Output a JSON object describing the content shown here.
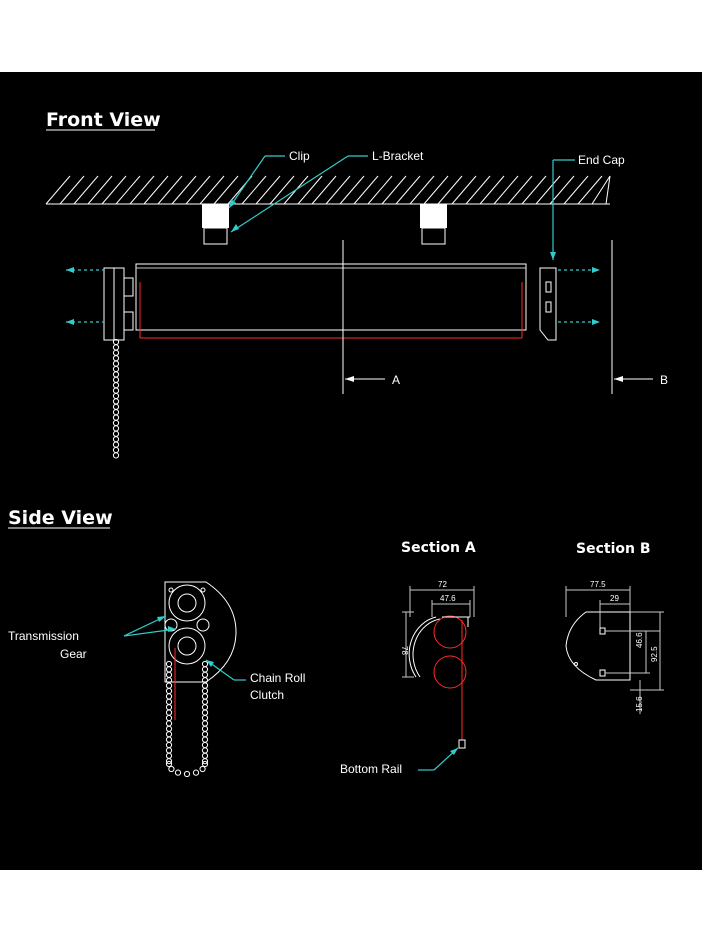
{
  "headings": {
    "front_view": "Front View",
    "side_view": "Side View",
    "section_a": "Section A",
    "section_b": "Section B"
  },
  "labels": {
    "clip": "Clip",
    "l_bracket": "L-Bracket",
    "end_cap": "End Cap",
    "section_marker_a": "A",
    "section_marker_b": "B",
    "transmission_gear_line1": "Transmission",
    "transmission_gear_line2": "Gear",
    "chain_roll_line1": "Chain Roll",
    "chain_roll_line2": "Clutch",
    "bottom_rail": "Bottom Rail"
  },
  "dimensions": {
    "section_a": {
      "width": "72",
      "inner_width": "47.6",
      "height": "78"
    },
    "section_b": {
      "width": "77.5",
      "offset": "29",
      "inner_height": "46.6",
      "height": "92.5",
      "bottom": "15.6"
    }
  },
  "colors": {
    "background": "#000000",
    "line": "#ffffff",
    "leader": "#33cccc",
    "fabric": "#ff2a2a"
  }
}
